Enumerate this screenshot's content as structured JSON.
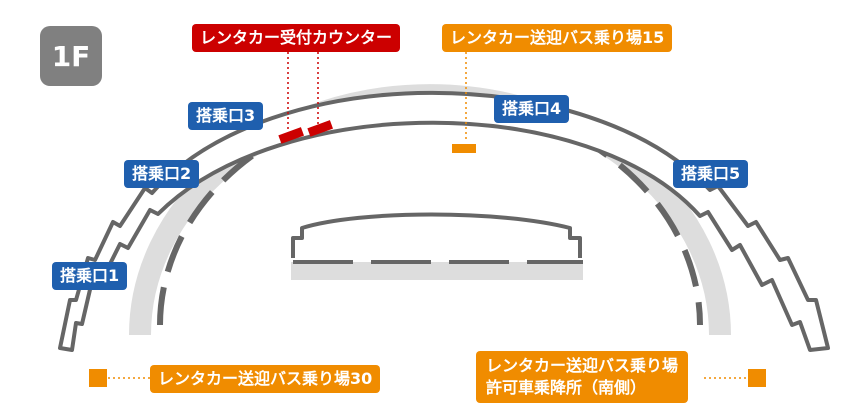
{
  "floor": "1F",
  "gates": [
    {
      "id": "1",
      "label": "搭乗口1"
    },
    {
      "id": "2",
      "label": "搭乗口2"
    },
    {
      "id": "3",
      "label": "搭乗口3"
    },
    {
      "id": "4",
      "label": "搭乗口4"
    },
    {
      "id": "5",
      "label": "搭乗口5"
    }
  ],
  "rental_counter": {
    "label": "レンタカー受付カウンター"
  },
  "shuttle_stop_15": {
    "label": "レンタカー送迎バス乗り場15"
  },
  "shuttle_stop_30": {
    "label": "レンタカー送迎バス乗り場30"
  },
  "shuttle_stop_south": {
    "line1": "レンタカー送迎バス乗り場",
    "line2": "許可車乗降所（南側）"
  },
  "colors": {
    "gate_label": "#1f5fae",
    "counter": "#cc0000",
    "shuttle": "#f08c00",
    "floor_badge": "#808080",
    "building_outline": "#666666",
    "corridor": "#dddddd"
  }
}
